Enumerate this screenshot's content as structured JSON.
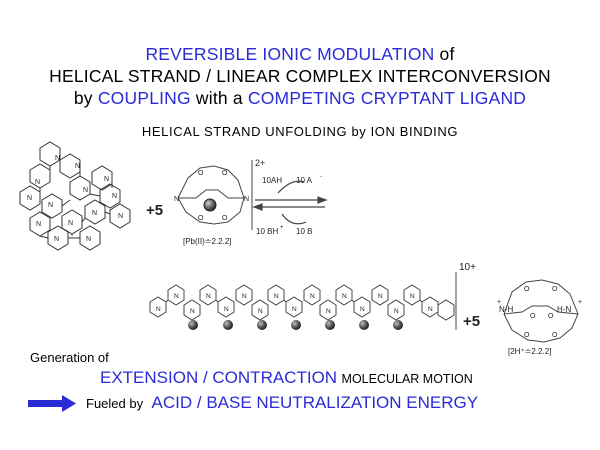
{
  "title": {
    "line1_blue": "REVERSIBLE  IONIC  MODULATION",
    "line1_black": "of",
    "line2": "HELICAL STRAND / LINEAR COMPLEX INTERCONVERSION",
    "line3_black": "by",
    "line3_blue_a": "COUPLING",
    "line3_black_b": "with a",
    "line3_blue_b": "COMPETING  CRYPTANT  LIGAND"
  },
  "subtitle": "HELICAL  STRAND  UNFOLDING  by  ION  BINDING",
  "scheme": {
    "plus_five_top": "+5",
    "charge_top": "2+",
    "reagent_top_left": "10AH",
    "reagent_top_right": "10 A",
    "reagent_top_right_sup": "-",
    "reagent_bottom_left": "10 BH",
    "reagent_bottom_left_sup": "+",
    "reagent_bottom_right": "10 B",
    "complex_label": "[Pb(II)≐2.2.2]",
    "charge_bottom": "10+",
    "plus_five_bottom": "+5",
    "cryptand_label": "[2H⁺≐2.2.2]",
    "nh_left": "N-H",
    "nh_right": "H-N",
    "plus_sign": "+"
  },
  "bottom": {
    "generation": "Generation of",
    "line_a_blue": "EXTENSION / CONTRACTION",
    "line_a_black": "MOLECULAR  MOTION",
    "line_b_black": "Fueled  by",
    "line_b_blue": "ACID / BASE  NEUTRALIZATION  ENERGY"
  },
  "colors": {
    "accent_blue": "#2b2bd6",
    "text": "#000000"
  },
  "icons": [
    "helical-strand-icon",
    "cryptand-icon",
    "equilibrium-arrows-icon",
    "linear-complex-icon",
    "protonated-cryptand-icon",
    "arrow-right-icon"
  ]
}
